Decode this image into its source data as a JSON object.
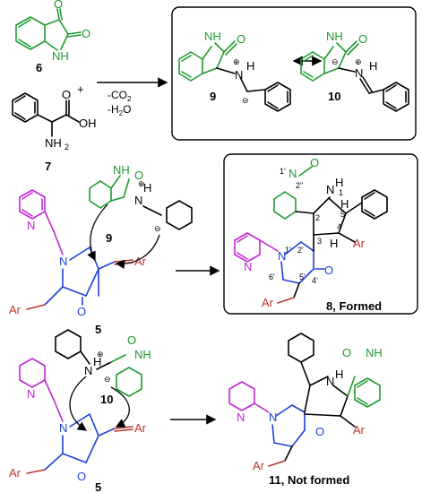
{
  "compounds": {
    "c6": "6",
    "c7": "7",
    "c9_top": "9",
    "c10_top": "10",
    "c9_mid": "9",
    "c5_mid": "5",
    "c8": "8, Formed",
    "c10_bot": "10",
    "c5_bot": "5",
    "c11": "11, Not formed"
  },
  "conditions": {
    "line1": "-CO",
    "line1_sub": "2",
    "line2": "-H",
    "line2_sub": "2",
    "line2_tail": "O"
  },
  "plus_sign": "+",
  "atoms": {
    "NH": "NH",
    "N": "N",
    "O": "O",
    "H": "H",
    "OH": "OH",
    "NH2": "NH",
    "NH2_sub": "2",
    "Ar": "Ar",
    "plus": "⊕",
    "minus": "⊖"
  },
  "numbering": {
    "n1p": "1'",
    "n2pp": "2''",
    "n2p": "2'",
    "n1": "1",
    "n2": "2",
    "n3": "3",
    "n4": "4",
    "n5": "5",
    "n5p": "5'",
    "n4p": "4'",
    "n6p": "6'"
  },
  "colors": {
    "green": "#1f9a2f",
    "magenta": "#c026d3",
    "blue": "#1e3fd8",
    "red": "#b8352b"
  }
}
